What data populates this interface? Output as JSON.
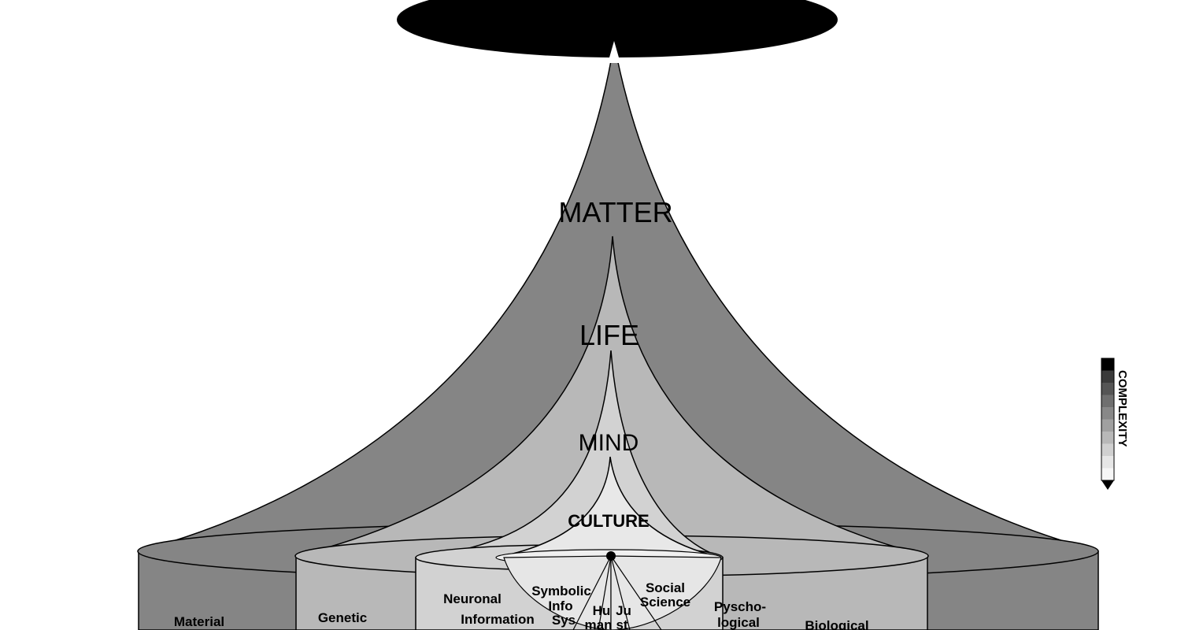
{
  "levels": {
    "matter": "MATTER",
    "life": "LIFE",
    "mind": "MIND",
    "culture": "CULTURE"
  },
  "bottom_labels": {
    "material": "Material",
    "genetic": "Genetic",
    "neuronal": "Neuronal",
    "information": "Information",
    "symbolic_1": "Symbolic",
    "symbolic_2": "Info",
    "symbolic_3": "Sys",
    "human_1": "Hu",
    "human_2": "man",
    "justification_1": "Ju",
    "justification_2": "st",
    "social_1": "Social",
    "social_2": "Science",
    "psychological_1": "Pyscho-",
    "psychological_2": "logical",
    "biological": "Biological"
  },
  "complexity_legend": {
    "label": "COMPLEXITY",
    "shades": [
      "#000000",
      "#3a3a3a",
      "#555555",
      "#6f6f6f",
      "#888888",
      "#a0a0a0",
      "#b8b8b8",
      "#d0d0d0",
      "#e6e6e6",
      "#f6f6f6"
    ]
  },
  "colors": {
    "black": "#000000",
    "matter": "#858585",
    "life": "#b8b8b8",
    "mind": "#d2d2d2",
    "culture": "#e8e8e8",
    "core": "#f6f6f6"
  }
}
